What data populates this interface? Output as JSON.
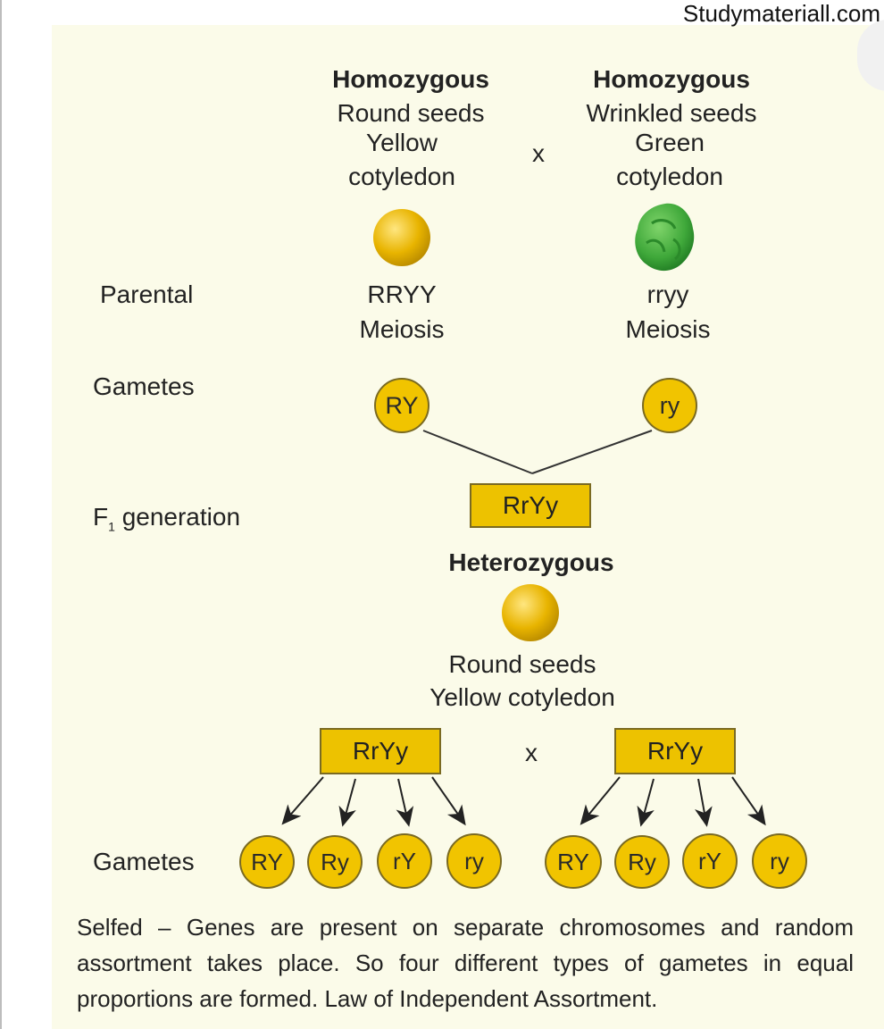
{
  "watermark": "Studymateriall.com",
  "parent_left": {
    "zygosity": "Homozygous",
    "line1": "Round seeds",
    "line2": "Yellow",
    "line3": "cotyledon",
    "genotype": "RRYY",
    "process": "Meiosis",
    "gamete": "RY",
    "seed_color": "#e8b400"
  },
  "cross_symbol": "x",
  "parent_right": {
    "zygosity": "Homozygous",
    "line1": "Wrinkled seeds",
    "line2": "Green",
    "line3": "cotyledon",
    "genotype": "rryy",
    "process": "Meiosis",
    "gamete": "ry",
    "seed_color": "#3fa83a"
  },
  "row_labels": {
    "parental": "Parental",
    "gametes1": "Gametes",
    "f1_prefix": "F",
    "f1_sub": "1",
    "f1_suffix": "generation",
    "gametes2": "Gametes"
  },
  "f1": {
    "genotype": "RrYy",
    "zygosity": "Heterozygous",
    "line1": "Round seeds",
    "line2": "Yellow cotyledon"
  },
  "self_cross": {
    "left_genotype": "RrYy",
    "symbol": "x",
    "right_genotype": "RrYy",
    "left_gametes": [
      "RY",
      "Ry",
      "rY",
      "ry"
    ],
    "right_gametes": [
      "RY",
      "Ry",
      "rY",
      "ry"
    ]
  },
  "caption": "Selfed – Genes are present on separate chromosomes and random assortment takes place.  So four  different types of  gametes in equal proportions are formed.  Law of Independent Assortment.",
  "colors": {
    "background": "#fbfbe9",
    "gamete_fill": "#f1c400",
    "box_fill": "#edc200",
    "outline": "#7a6a22"
  }
}
